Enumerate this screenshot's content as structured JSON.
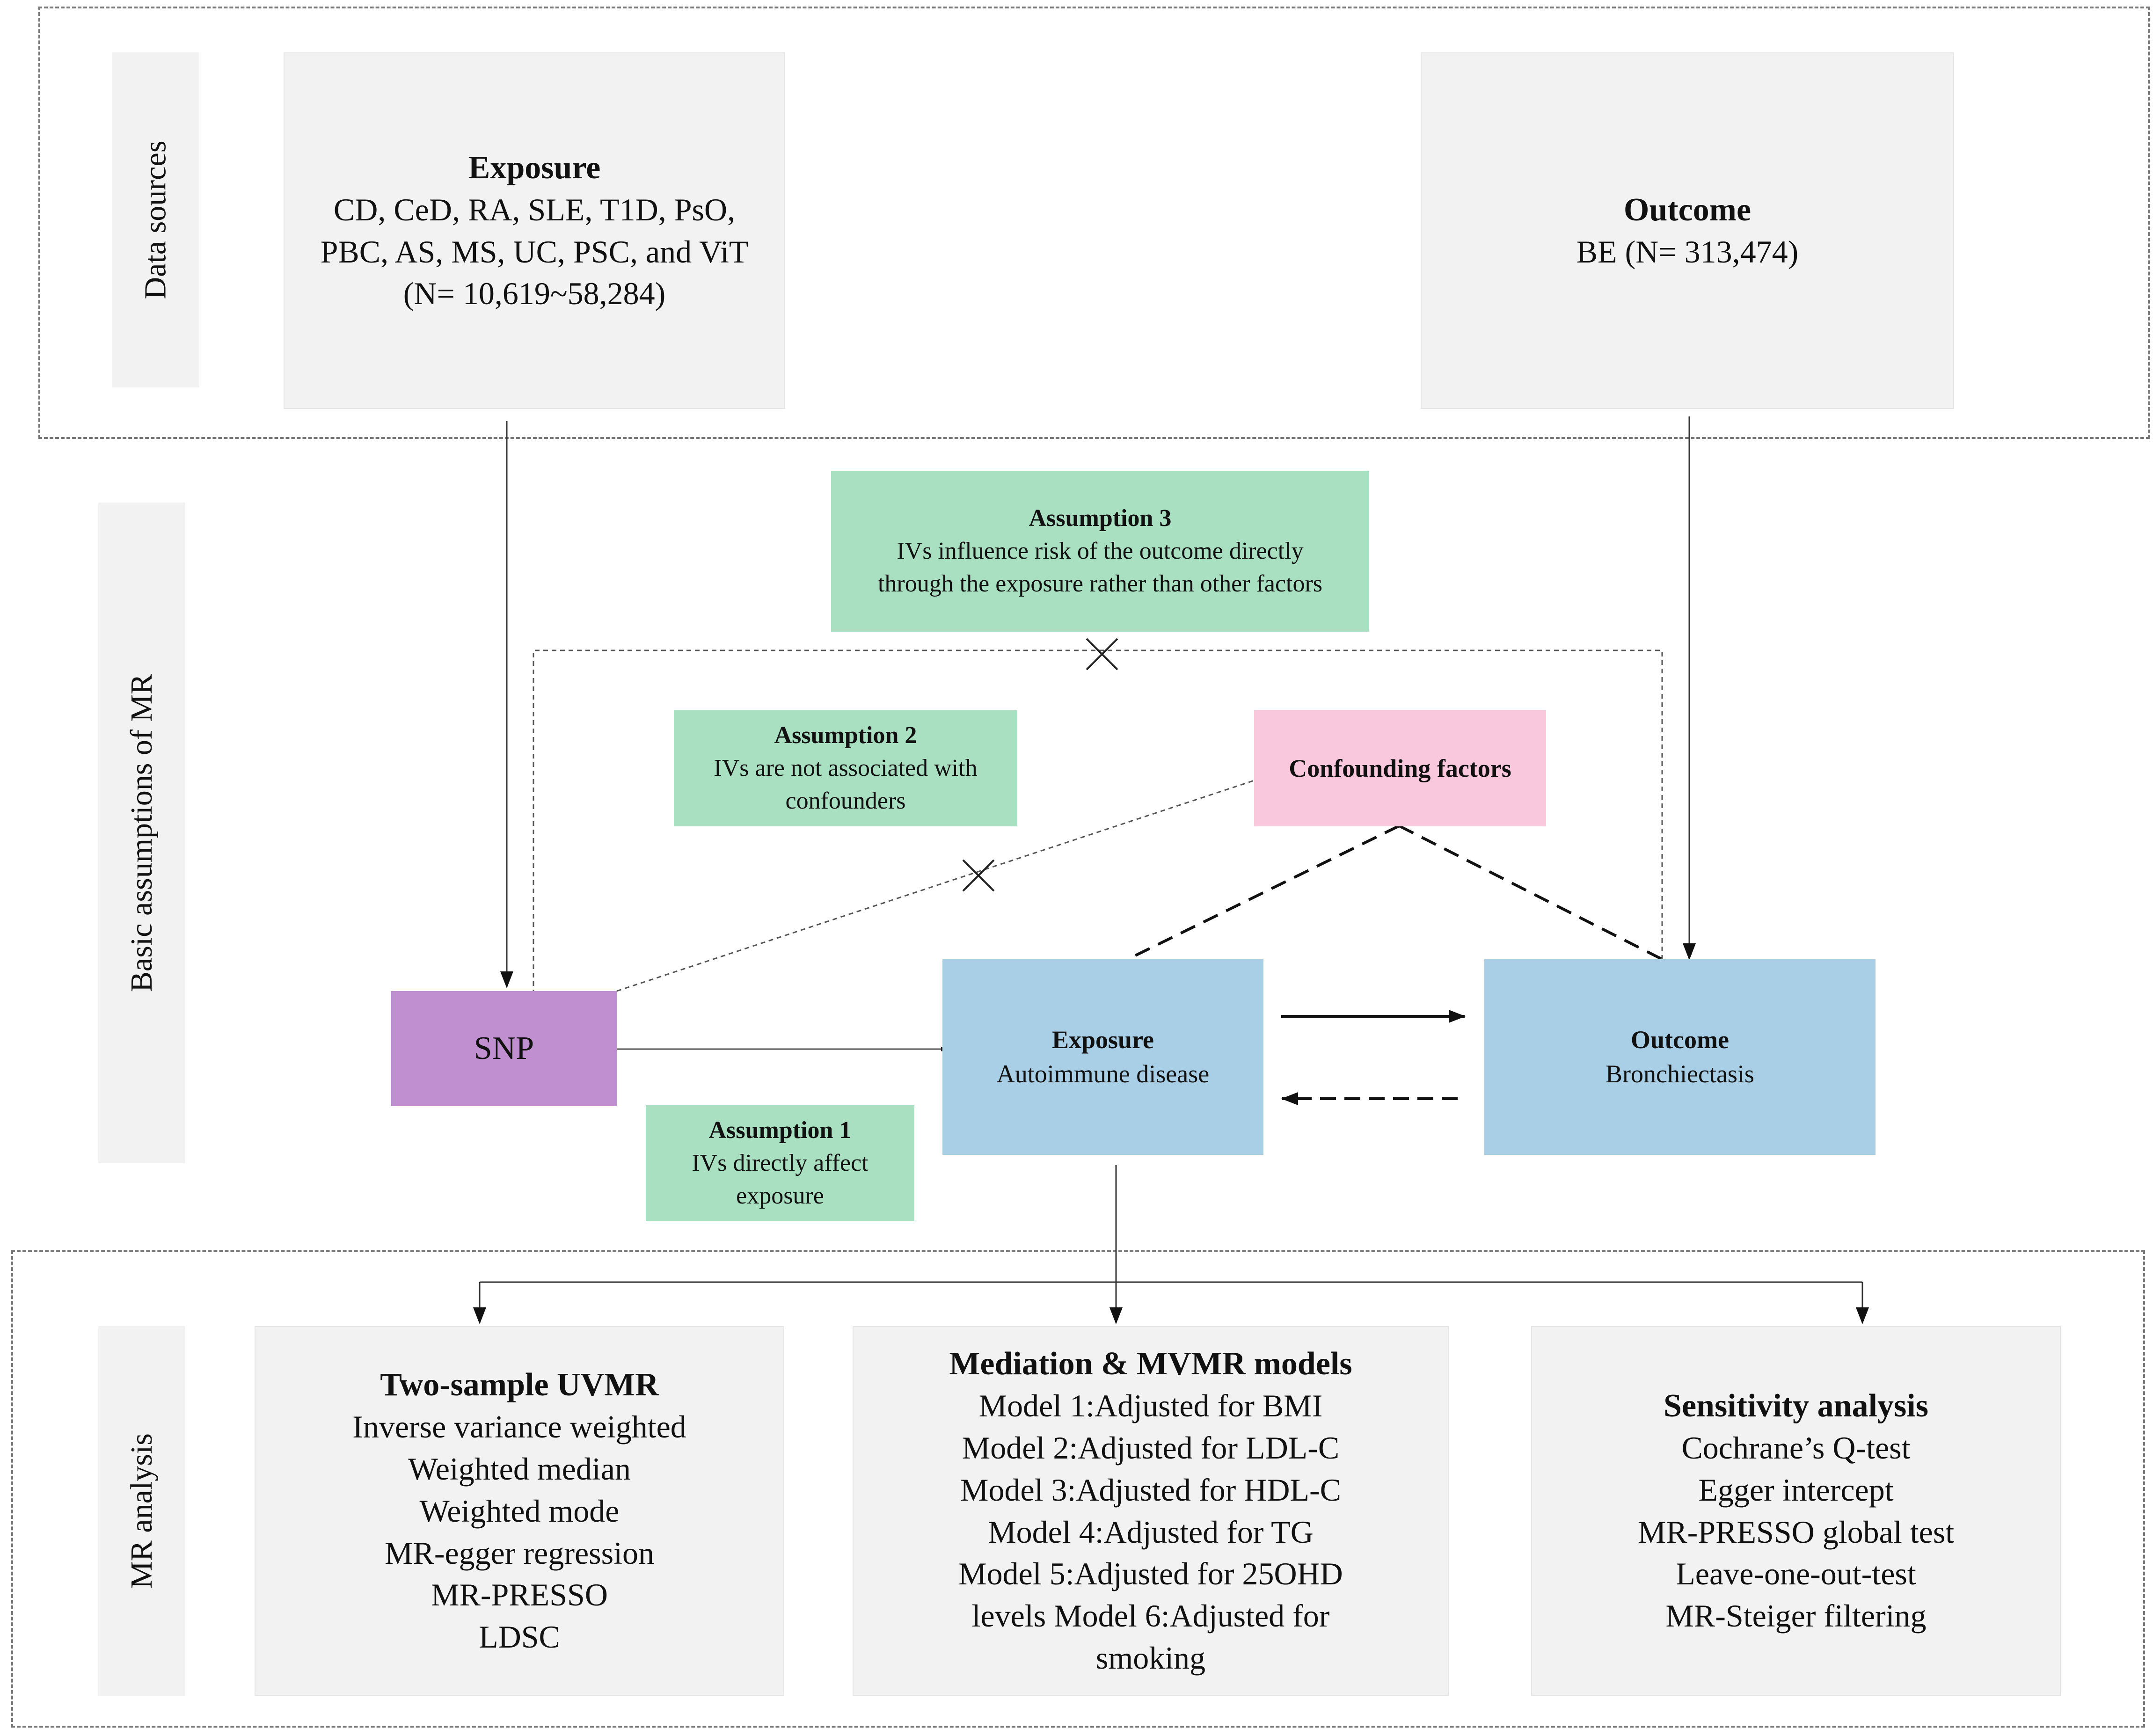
{
  "sections": {
    "data_sources": "Data sources",
    "assumptions": "Basic assumptions of  MR",
    "analysis": "MR analysis"
  },
  "exposure_source": {
    "title": "Exposure",
    "lines": [
      "CD, CeD, RA, SLE, T1D, PsO,",
      "PBC, AS, MS, UC, PSC, and ViT",
      "(N= 10,619~58,284)"
    ]
  },
  "outcome_source": {
    "title": "Outcome",
    "lines": [
      "BE (N= 313,474)"
    ]
  },
  "assumption3": {
    "title": "Assumption 3",
    "lines": [
      "IVs influence risk of the outcome directly",
      "through the exposure  rather than other factors"
    ]
  },
  "assumption2": {
    "title": "Assumption 2",
    "lines": [
      "IVs are not associated with",
      "confounders"
    ]
  },
  "assumption1": {
    "title": "Assumption 1",
    "lines": [
      "IVs directly affect",
      "exposure"
    ]
  },
  "confounding": {
    "label": "Confounding factors"
  },
  "snp": {
    "label": "SNP"
  },
  "exposure_node": {
    "title": "Exposure",
    "subtitle": "Autoimmune disease"
  },
  "outcome_node": {
    "title": "Outcome",
    "subtitle": "Bronchiectasis"
  },
  "analysis": {
    "uvmr": {
      "title": "Two-sample UVMR",
      "lines": [
        "Inverse variance weighted",
        "Weighted median",
        "Weighted mode",
        "MR-egger regression",
        "MR-PRESSO",
        "LDSC"
      ]
    },
    "mvmr": {
      "title": "Mediation & MVMR models",
      "lines": [
        "Model 1:Adjusted for BMI",
        "Model 2:Adjusted for LDL-C",
        "Model 3:Adjusted for HDL-C",
        "Model 4:Adjusted for TG",
        "Model 5:Adjusted for 25OHD",
        "levels Model 6:Adjusted for",
        "smoking"
      ]
    },
    "sensitivity": {
      "title": "Sensitivity analysis",
      "lines": [
        "Cochrane’s Q-test",
        "Egger intercept",
        "MR-PRESSO global test",
        "Leave-one-out-test",
        "MR-Steiger filtering"
      ]
    }
  },
  "colors": {
    "green": "#a9e0c1",
    "blue": "#a9cfe7",
    "pink": "#f9c8dc",
    "purple": "#c08fd0",
    "gray": "#f2f2f2"
  }
}
